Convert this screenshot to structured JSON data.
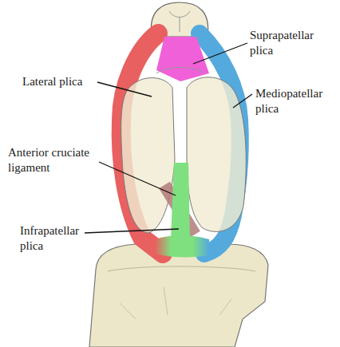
{
  "diagram": {
    "labels": [
      "Suprapatellar plica",
      "Lateral plica",
      "Mediopatellar plica",
      "Anterior cruciate ligament",
      "Infrapatellar plica"
    ]
  }
}
